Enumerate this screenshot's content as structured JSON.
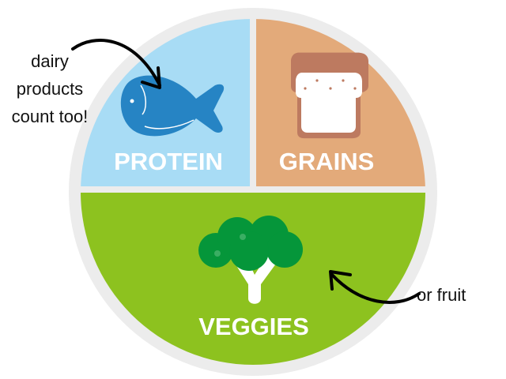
{
  "plate": {
    "sections": [
      {
        "label": "PROTEIN",
        "icon": "fish-icon",
        "color": "#a8dcf5"
      },
      {
        "label": "GRAINS",
        "icon": "bread-icon",
        "color": "#e3aa7a"
      },
      {
        "label": "VEGGIES",
        "icon": "broccoli-icon",
        "color": "#8dc21f"
      }
    ],
    "rim_color": "#ececec"
  },
  "annotations": {
    "protein_note": [
      "dairy",
      "products",
      "count too!"
    ],
    "veggies_note": "or fruit"
  }
}
